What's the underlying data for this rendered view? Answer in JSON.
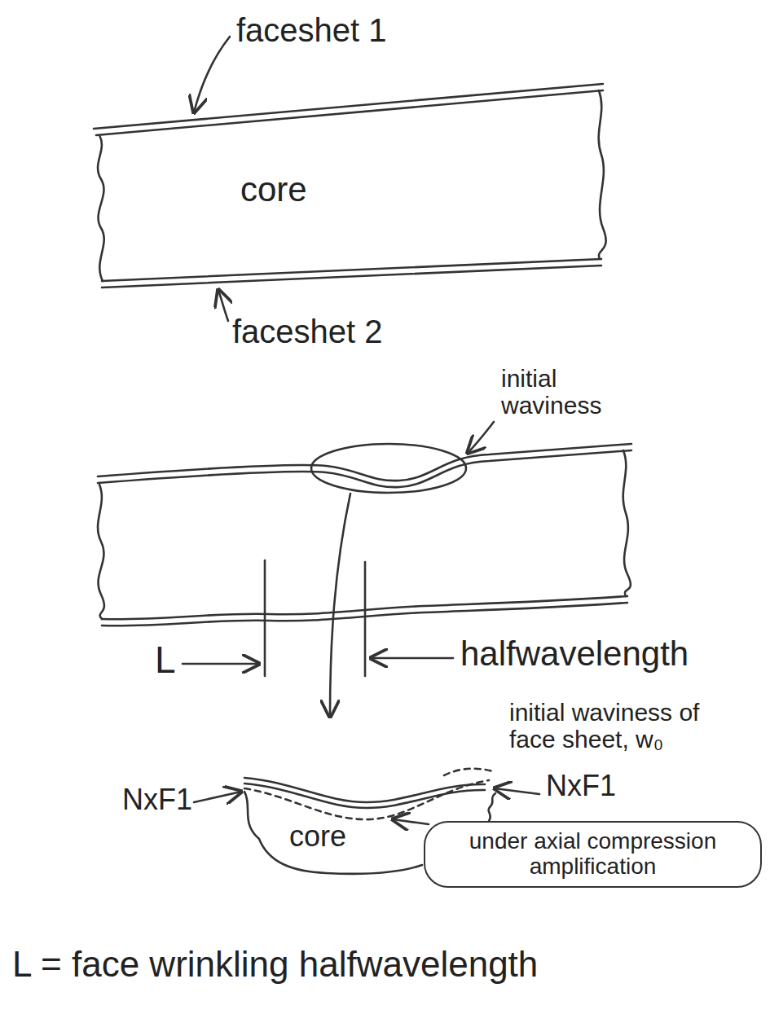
{
  "diagram": {
    "nodes": [
      {
        "text": [
          "core"
        ]
      },
      {
        "text": [
          "core"
        ]
      },
      {
        "text": [
          "under axial compression amplification"
        ]
      }
    ],
    "labels": [
      "faceshet 1",
      "faceshet 2",
      "initial waviness",
      "L",
      "halfwavelength",
      "initial waviness of face sheet, w₀",
      "NxF1",
      "NxF1",
      "L = face wrinkling halfwavelength"
    ]
  }
}
